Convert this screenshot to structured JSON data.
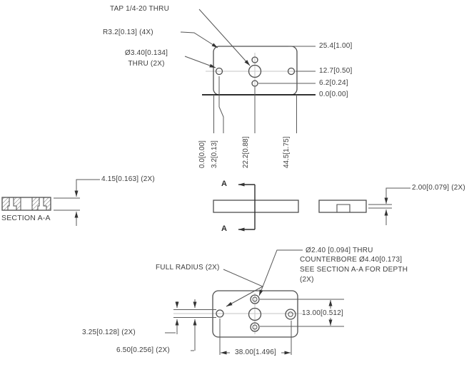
{
  "top_view": {
    "tap_note": "TAP 1/4-20 THRU",
    "radius_note": "R3.2[0.13] (4X)",
    "hole_note_line1": "Ø3.40[0.134]",
    "hole_note_line2": "THRU (2X)",
    "ordinates_right": [
      "25.4[1.00]",
      "12.7[0.50]",
      "6.2[0.24]",
      "0.0[0.00]"
    ],
    "ordinates_bottom": [
      "0.0[0.00]",
      "3.2[0.13]",
      "22.2[0.88]",
      "44.5[1.75]"
    ]
  },
  "section_view": {
    "label": "SECTION A-A",
    "thickness_dim": "4.15[0.163] (2X)"
  },
  "side_view": {
    "marker_top": "A",
    "marker_bottom": "A"
  },
  "end_view": {
    "notch_dim": "2.00[0.079] (2X)"
  },
  "bottom_view": {
    "full_radius_note": "FULL RADIUS (2X)",
    "counterbore_note_line1": "Ø2.40 [0.094] THRU",
    "counterbore_note_line2": "COUNTERBORE Ø4.40[0.173]",
    "counterbore_note_line3": "SEE SECTION A-A FOR DEPTH",
    "counterbore_note_line4": "(2X)",
    "hole_spacing_vertical": "13.00[0.512]",
    "slot_half_dim": "3.25[0.128] (2X)",
    "slot_full_dim": "6.50[0.256] (2X)",
    "hole_spacing_horizontal": "38.00[1.496]"
  }
}
